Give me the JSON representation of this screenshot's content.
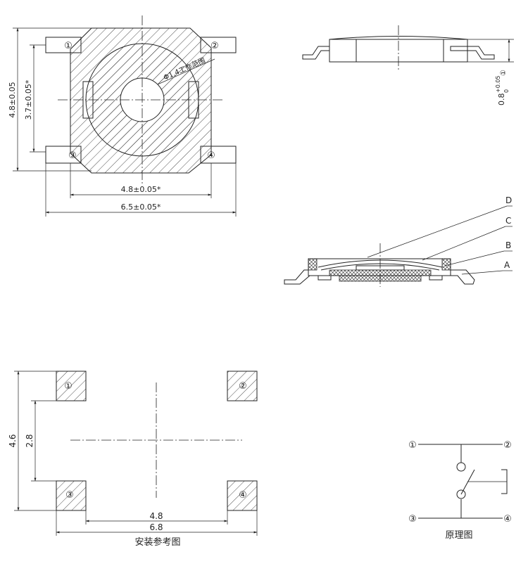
{
  "top_view": {
    "dim_total_height": "4.8±0.05",
    "dim_inner_height": "3.7±0.05*",
    "dim_body_width": "4.8±0.05*",
    "dim_total_width": "6.5±0.05*",
    "actuator_label": "Φ1.4工作范围",
    "pins": [
      "①",
      "②",
      "③",
      "④"
    ]
  },
  "side_view": {
    "dim_height": "0.8",
    "dim_tol_upper": "+0.05",
    "dim_tol_lower": "0",
    "dim_note": "①"
  },
  "section_view": {
    "labels": [
      "D",
      "C",
      "B",
      "A"
    ]
  },
  "footprint": {
    "pins": [
      "①",
      "②",
      "③",
      "④"
    ],
    "dim_height": "4.6",
    "dim_inner_height": "2.8",
    "dim_inner_width": "4.8",
    "dim_total_width": "6.8",
    "caption": "安装参考图"
  },
  "schematic": {
    "pins": [
      "①",
      "②",
      "③",
      "④"
    ],
    "caption": "原理图"
  }
}
